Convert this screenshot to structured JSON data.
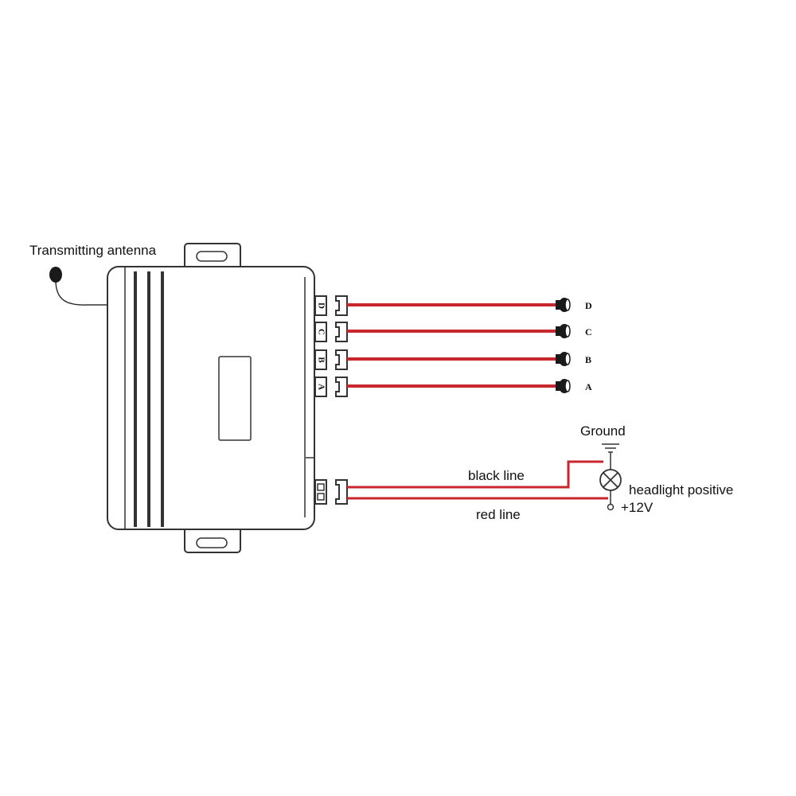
{
  "antenna": {
    "label": "Transmitting antenna"
  },
  "ports": [
    {
      "module_letter": "D",
      "output_label": "D"
    },
    {
      "module_letter": "C",
      "output_label": "C"
    },
    {
      "module_letter": "B",
      "output_label": "B"
    },
    {
      "module_letter": "A",
      "output_label": "A"
    }
  ],
  "headlight_circuit": {
    "ground_label": "Ground",
    "black_line_label": "black line",
    "red_line_label": "red line",
    "headlight_label": "headlight positive",
    "voltage_label": "+12V"
  },
  "colors": {
    "red_wire": "#c8282d",
    "black_wire": "#1a1a1a",
    "outline": "#333333",
    "text": "#111111"
  }
}
